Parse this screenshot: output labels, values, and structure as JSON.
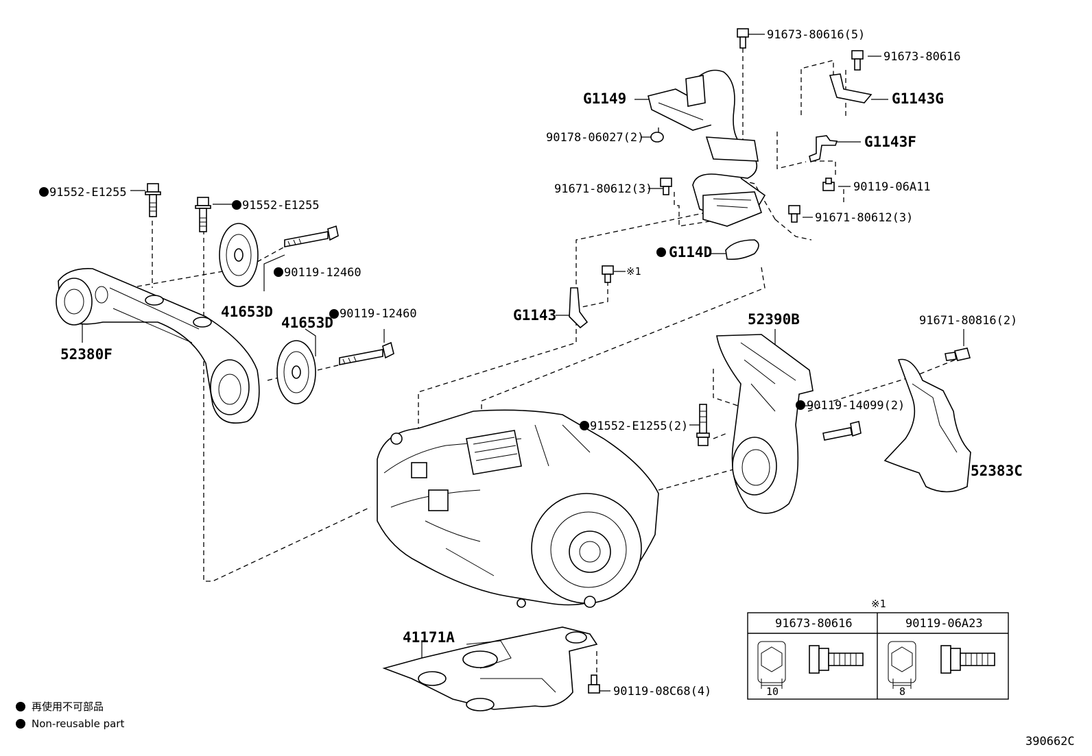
{
  "labels": {
    "p91673_80616_5": "91673-80616(5)",
    "p91673_80616": "91673-80616",
    "g1149": "G1149",
    "g1143g": "G1143G",
    "p90178_06027_2": "90178-06027(2)",
    "g1143f": "G1143F",
    "p91671_80612_3_left": "91671-80612(3)",
    "p90119_06a11": "90119-06A11",
    "p91671_80612_3_right": "91671-80612(3)",
    "g114d": "G114D",
    "note1_ref": "※1",
    "g1143": "G1143",
    "p91552_e1255_a": "91552-E1255",
    "p91552_e1255_b": "91552-E1255",
    "p90119_12460_a": "90119-12460",
    "p41653d_a": "41653D",
    "p41653d_b": "41653D",
    "p90119_12460_b": "90119-12460",
    "p52380f": "52380F",
    "p52390b": "52390B",
    "p91671_80816_2": "91671-80816(2)",
    "p90119_14099_2": "90119-14099(2)",
    "p91552_e1255_2": "91552-E1255(2)",
    "p52383c": "52383C",
    "p41171a": "41171A",
    "p90119_08c68_4": "90119-08C68(4)"
  },
  "note_table": {
    "title": "※1",
    "col1_header": "91673-80616",
    "col2_header": "90119-06A23",
    "col1_size": "10",
    "col2_size": "8"
  },
  "legend": {
    "line1": "再使用不可部品",
    "line2": "Non-reusable part"
  },
  "diagram_code": "390662C"
}
